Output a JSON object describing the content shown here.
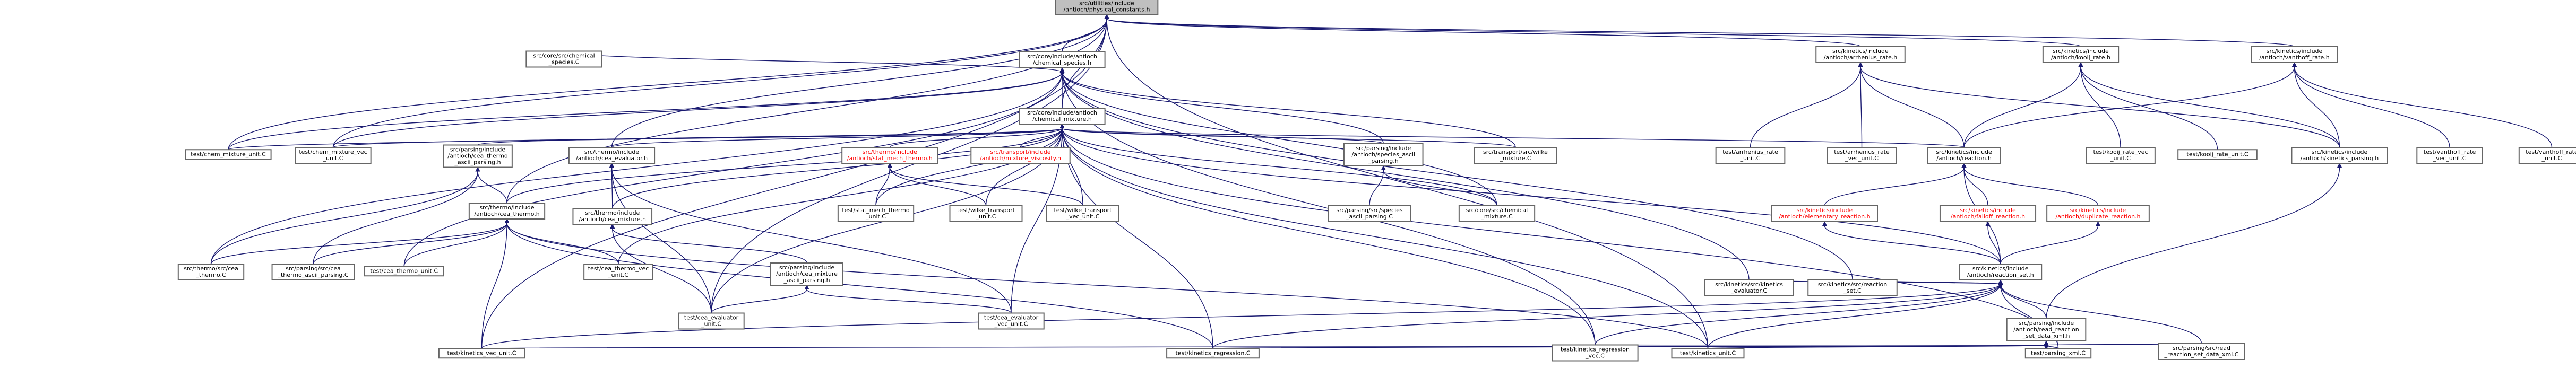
{
  "colors": {
    "edge": "#191970",
    "node_border": "#666666",
    "node_fill": "#ffffff",
    "focus_fill": "#bfbfbf",
    "label_default": "#000000",
    "label_red": "#ff0000"
  },
  "nodes": {
    "physical_constants": {
      "lines": [
        "src/utilities/include",
        "/antioch/physical_constants.h"
      ],
      "style": "focus"
    },
    "chemical_species": {
      "lines": [
        "src/core/include/antioch",
        "/chemical_species.h"
      ]
    },
    "core_chemical_species_C": {
      "lines": [
        "src/core/src/chemical",
        "_species.C"
      ]
    },
    "chemical_mixture": {
      "lines": [
        "src/core/include/antioch",
        "/chemical_mixture.h"
      ]
    },
    "arrhenius_rate": {
      "lines": [
        "src/kinetics/include",
        "/antioch/arrhenius_rate.h"
      ]
    },
    "kooij_rate": {
      "lines": [
        "src/kinetics/include",
        "/antioch/kooij_rate.h"
      ]
    },
    "vanthoff_rate": {
      "lines": [
        "src/kinetics/include",
        "/antioch/vanthoff_rate.h"
      ]
    },
    "test_chem_mixture_unit": {
      "lines": [
        "test/chem_mixture_unit.C"
      ]
    },
    "test_chem_mixture_vec_unit": {
      "lines": [
        "test/chem_mixture_vec",
        "_unit.C"
      ]
    },
    "parsing_cea_thermo_ascii_parsing_h": {
      "lines": [
        "src/parsing/include",
        "/antioch/cea_thermo",
        "_ascii_parsing.h"
      ]
    },
    "cea_evaluator_h": {
      "lines": [
        "src/thermo/include",
        "/antioch/cea_evaluator.h"
      ]
    },
    "stat_mech_thermo_h": {
      "lines": [
        "src/thermo/include",
        "/antioch/stat_mech_thermo.h"
      ],
      "style": "red"
    },
    "mixture_viscosity_h": {
      "lines": [
        "src/transport/include",
        "/antioch/mixture_viscosity.h"
      ],
      "style": "red"
    },
    "species_ascii_parsing_h": {
      "lines": [
        "src/parsing/include",
        "/antioch/species_ascii",
        "_parsing.h"
      ]
    },
    "wilke_mixture_C": {
      "lines": [
        "src/transport/src/wilke",
        "_mixture.C"
      ]
    },
    "test_arrhenius_rate_unit": {
      "lines": [
        "test/arrhenius_rate",
        "_unit.C"
      ]
    },
    "test_arrhenius_rate_vec_unit": {
      "lines": [
        "test/arrhenius_rate",
        "_vec_unit.C"
      ]
    },
    "reaction_h": {
      "lines": [
        "src/kinetics/include",
        "/antioch/reaction.h"
      ]
    },
    "test_kooij_rate_vec_unit": {
      "lines": [
        "test/kooij_rate_vec",
        "_unit.C"
      ]
    },
    "test_kooij_rate_unit": {
      "lines": [
        "test/kooij_rate_unit.C"
      ]
    },
    "kinetics_parsing_h": {
      "lines": [
        "src/kinetics/include",
        "/antioch/kinetics_parsing.h"
      ]
    },
    "test_vanthoff_rate_vec_unit": {
      "lines": [
        "test/vanthoff_rate",
        "_vec_unit.C"
      ]
    },
    "test_vanthoff_rate_unit": {
      "lines": [
        "test/vanthoff_rate",
        "_unit.C"
      ]
    },
    "cea_mixture_h": {
      "lines": [
        "src/thermo/include",
        "/antioch/cea_mixture.h"
      ]
    },
    "cea_thermo_h": {
      "lines": [
        "src/thermo/include",
        "/antioch/cea_thermo.h"
      ]
    },
    "test_stat_mech_thermo_unit": {
      "lines": [
        "test/stat_mech_thermo",
        "_unit.C"
      ]
    },
    "test_wilke_transport_unit": {
      "lines": [
        "test/wilke_transport",
        "_unit.C"
      ]
    },
    "test_wilke_transport_vec_unit": {
      "lines": [
        "test/wilke_transport",
        "_vec_unit.C"
      ]
    },
    "parsing_species_ascii_parsing_C": {
      "lines": [
        "src/parsing/src/species",
        "_ascii_parsing.C"
      ]
    },
    "core_chemical_mixture_C": {
      "lines": [
        "src/core/src/chemical",
        "_mixture.C"
      ]
    },
    "elementary_reaction_h": {
      "lines": [
        "src/kinetics/include",
        "/antioch/elementary_reaction.h"
      ],
      "style": "red"
    },
    "falloff_reaction_h": {
      "lines": [
        "src/kinetics/include",
        "/antioch/falloff_reaction.h"
      ],
      "style": "red"
    },
    "duplicate_reaction_h": {
      "lines": [
        "src/kinetics/include",
        "/antioch/duplicate_reaction.h"
      ],
      "style": "red"
    },
    "thermo_cea_thermo_C": {
      "lines": [
        "src/thermo/src/cea",
        "_thermo.C"
      ]
    },
    "parsing_cea_thermo_ascii_parsing_C": {
      "lines": [
        "src/parsing/src/cea",
        "_thermo_ascii_parsing.C"
      ]
    },
    "test_cea_thermo_unit": {
      "lines": [
        "test/cea_thermo_unit.C"
      ]
    },
    "test_cea_thermo_vec_unit": {
      "lines": [
        "test/cea_thermo_vec",
        "_unit.C"
      ]
    },
    "cea_mixture_ascii_parsing_h": {
      "lines": [
        "src/parsing/include",
        "/antioch/cea_mixture",
        "_ascii_parsing.h"
      ]
    },
    "reaction_set_h": {
      "lines": [
        "src/kinetics/include",
        "/antioch/reaction_set.h"
      ]
    },
    "test_cea_evaluator_unit": {
      "lines": [
        "test/cea_evaluator",
        "_unit.C"
      ]
    },
    "test_cea_evaluator_vec_unit": {
      "lines": [
        "test/cea_evaluator",
        "_vec_unit.C"
      ]
    },
    "kinetics_evaluator_C": {
      "lines": [
        "src/kinetics/src/kinetics",
        "_evaluator.C"
      ]
    },
    "kinetics_reaction_set_C": {
      "lines": [
        "src/kinetics/src/reaction",
        "_set.C"
      ]
    },
    "read_reaction_set_data_xml_h": {
      "lines": [
        "src/parsing/include",
        "/antioch/read_reaction",
        "_set_data_xml.h"
      ]
    },
    "test_kinetics_vec_unit": {
      "lines": [
        "test/kinetics_vec_unit.C"
      ]
    },
    "test_kinetics_regression": {
      "lines": [
        "test/kinetics_regression.C"
      ]
    },
    "test_kinetics_regression_vec": {
      "lines": [
        "test/kinetics_regression",
        "_vec.C"
      ]
    },
    "test_kinetics_unit": {
      "lines": [
        "test/kinetics_unit.C"
      ]
    },
    "test_parsing_xml": {
      "lines": [
        "test/parsing_xml.C"
      ]
    },
    "read_reaction_set_data_xml_C": {
      "lines": [
        "src/parsing/src/read",
        "_reaction_set_data_xml.C"
      ]
    }
  }
}
